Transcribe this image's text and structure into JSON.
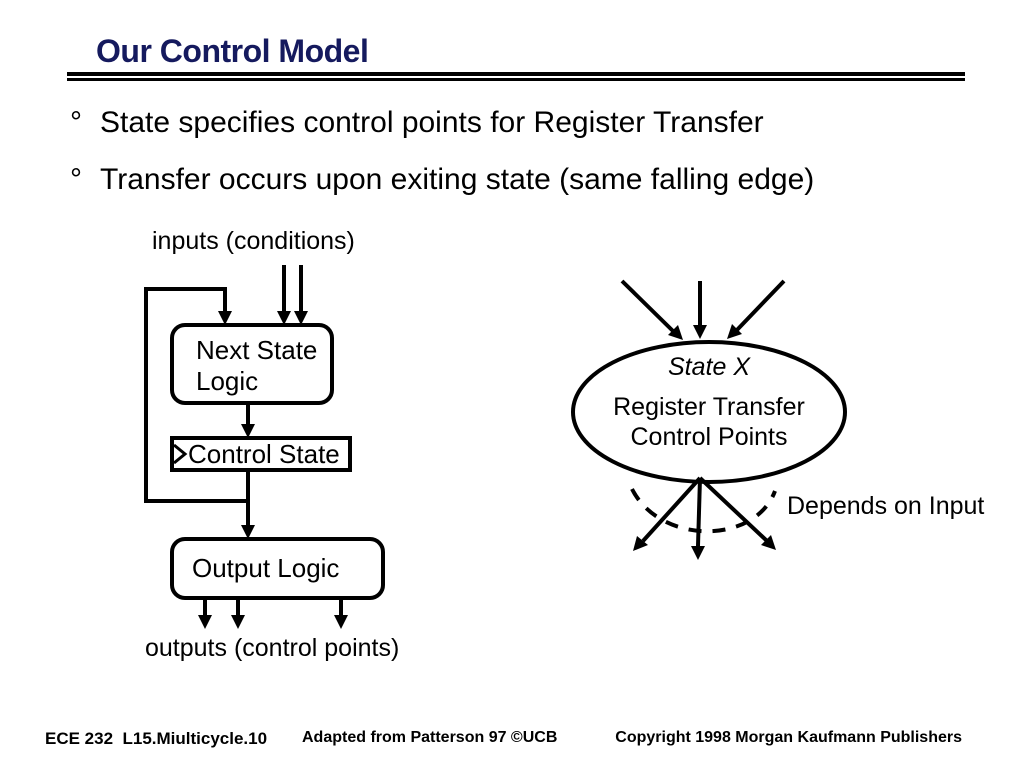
{
  "title": {
    "text": "Our Control Model"
  },
  "bullets": [
    {
      "marker": "°",
      "text": "State specifies control points for Register Transfer"
    },
    {
      "marker": "°",
      "text": "Transfer occurs upon exiting state (same falling edge)"
    }
  ],
  "left_diagram": {
    "inputs_label": "inputs (conditions)",
    "next_state_logic_line1": "Next State",
    "next_state_logic_line2": "Logic",
    "control_state": "Control State",
    "output_logic": "Output Logic",
    "outputs_label": "outputs (control points)"
  },
  "right_diagram": {
    "state_name": "State X",
    "body_line1": "Register Transfer",
    "body_line2": "Control Points",
    "annotation": "Depends on Input"
  },
  "footer": {
    "left": "ECE 232  L15.Miulticycle.10",
    "center": "Adapted from Patterson 97 ©UCB",
    "right": "Copyright 1998 Morgan Kaufmann Publishers"
  },
  "colors": {
    "title": "#151a5e",
    "ink": "#000000",
    "background": "#ffffff"
  }
}
